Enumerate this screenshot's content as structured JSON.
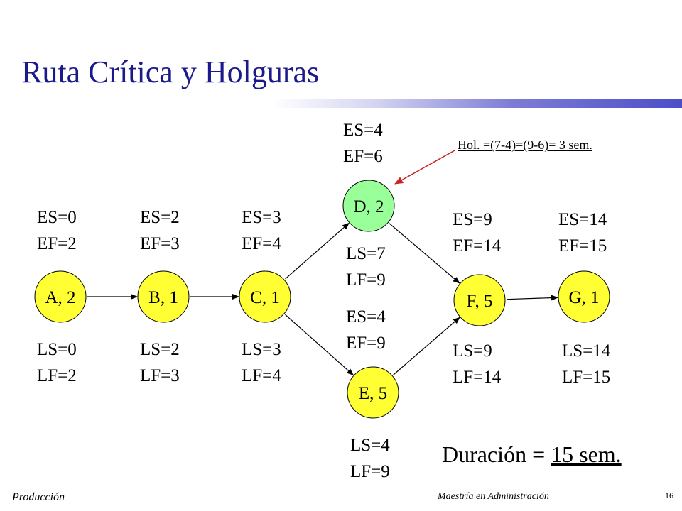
{
  "slide": {
    "title": "Ruta Crítica y Holguras",
    "footer_left": "Producción",
    "footer_center": "Maestría en Administración",
    "page_number": "16"
  },
  "colors": {
    "title": "#1a1a8c",
    "node_normal": "#ffff33",
    "node_slack": "#99ff99",
    "annotation_arrow": "#cc2222"
  },
  "nodes": [
    {
      "id": "A",
      "label": "A, 2",
      "es": "ES=0",
      "ef": "EF=2",
      "ls": "LS=0",
      "lf": "LF=2",
      "color": "#ffff33"
    },
    {
      "id": "B",
      "label": "B, 1",
      "es": "ES=2",
      "ef": "EF=3",
      "ls": "LS=2",
      "lf": "LF=3",
      "color": "#ffff33"
    },
    {
      "id": "C",
      "label": "C, 1",
      "es": "ES=3",
      "ef": "EF=4",
      "ls": "LS=3",
      "lf": "LF=4",
      "color": "#ffff33"
    },
    {
      "id": "D",
      "label": "D, 2",
      "es": "ES=4",
      "ef": "EF=6",
      "ls": "LS=7",
      "lf": "LF=9",
      "color": "#99ff99"
    },
    {
      "id": "E",
      "label": "E, 5",
      "es": "ES=4",
      "ef": "EF=9",
      "ls": "LS=4",
      "lf": "LF=9",
      "color": "#ffff33"
    },
    {
      "id": "F",
      "label": "F, 5",
      "es": "ES=9",
      "ef": "EF=14",
      "ls": "LS=9",
      "lf": "LF=14",
      "color": "#ffff33"
    },
    {
      "id": "G",
      "label": "G, 1",
      "es": "ES=14",
      "ef": "EF=15",
      "ls": "LS=14",
      "lf": "LF=15",
      "color": "#ffff33"
    }
  ],
  "edges": [
    {
      "from": "A",
      "to": "B"
    },
    {
      "from": "B",
      "to": "C"
    },
    {
      "from": "C",
      "to": "D"
    },
    {
      "from": "C",
      "to": "E"
    },
    {
      "from": "D",
      "to": "F"
    },
    {
      "from": "E",
      "to": "F"
    },
    {
      "from": "F",
      "to": "G"
    }
  ],
  "annotation": {
    "text": "Hol. =(7-4)=(9-6)= 3 sem.",
    "target": "D"
  },
  "duration": {
    "prefix": "Duración = ",
    "value": "15 sem."
  }
}
